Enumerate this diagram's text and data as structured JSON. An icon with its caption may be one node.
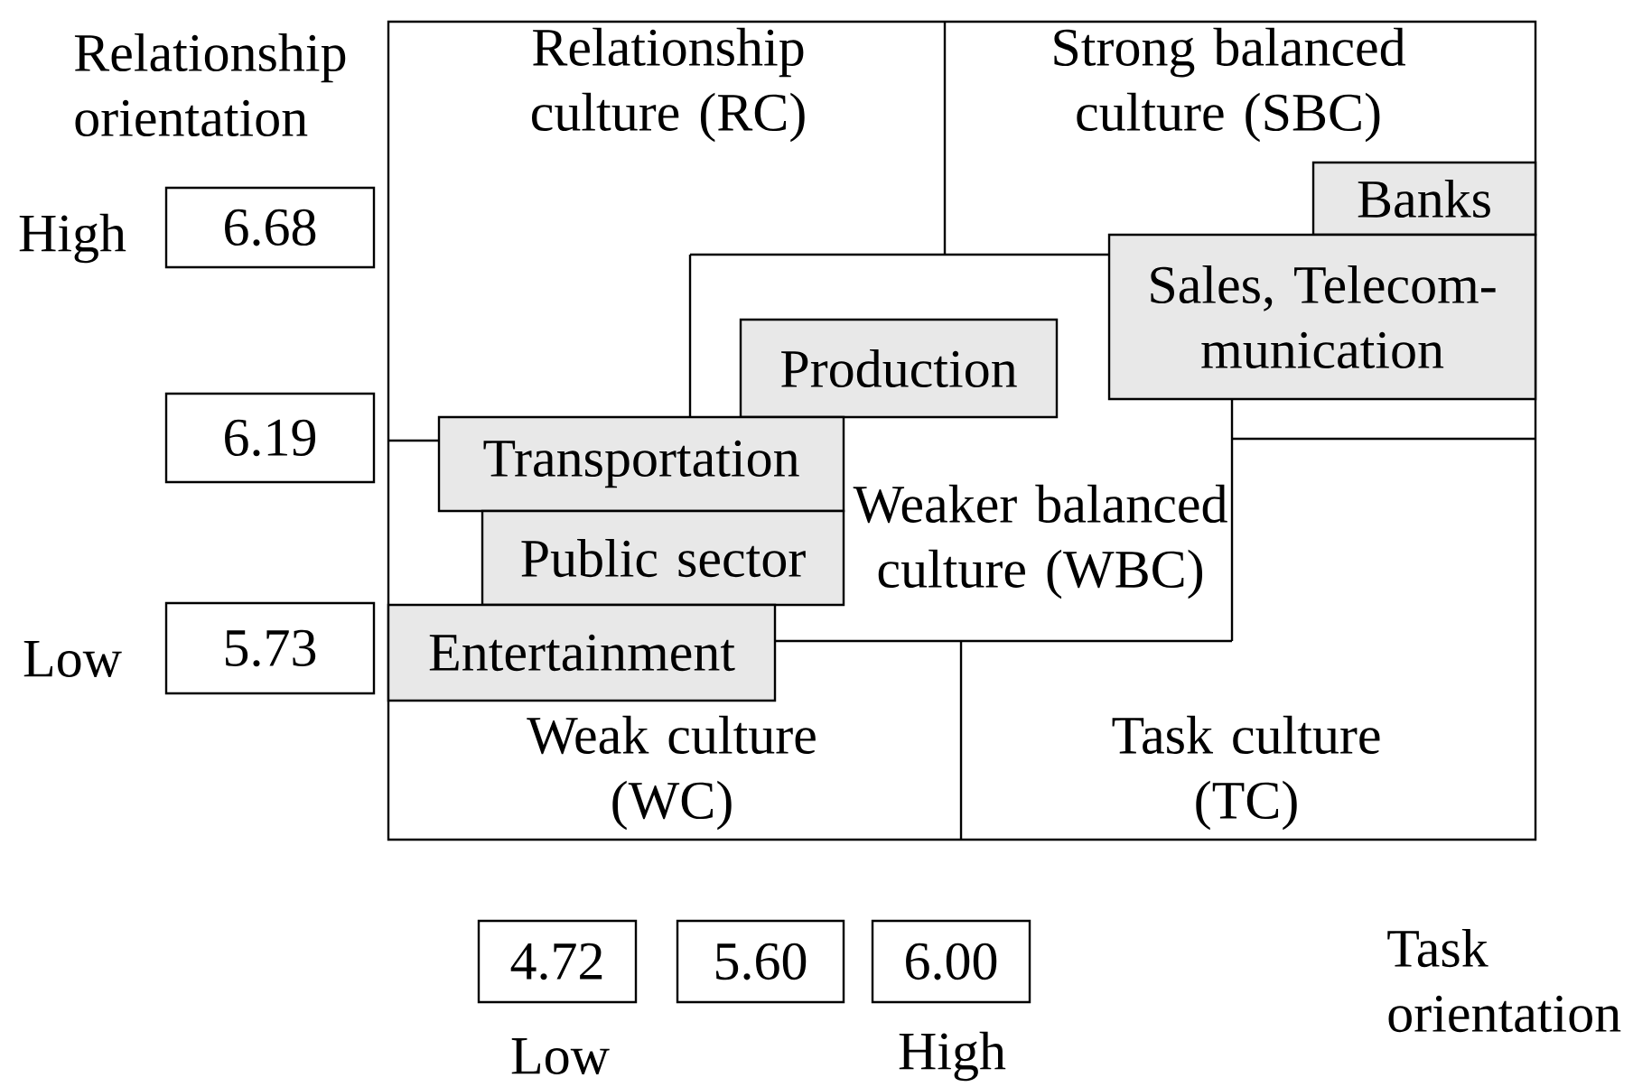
{
  "diagram": {
    "nodes": [
      {
        "text": [
          "6.68"
        ]
      },
      {
        "text": [
          "6.19"
        ]
      },
      {
        "text": [
          "5.73"
        ]
      },
      {
        "text": [
          "4.72"
        ]
      },
      {
        "text": [
          "5.60"
        ]
      },
      {
        "text": [
          "6.00"
        ]
      },
      {
        "text": [
          "Banks"
        ]
      },
      {
        "text": [
          "Sales, Telecom- munication"
        ]
      },
      {
        "text": [
          "Production"
        ]
      },
      {
        "text": [
          "Transportation"
        ]
      },
      {
        "text": [
          "Public sector"
        ]
      },
      {
        "text": [
          "Entertainment"
        ]
      }
    ],
    "labels": [
      "Relationship orientation",
      "Relationship culture (RC)",
      "Strong balanced culture (SBC)",
      "High",
      "Weaker balanced culture (WBC)",
      "Low",
      "Weak culture (WC)",
      "Task culture (TC)",
      "Task orientation",
      "Low",
      "High"
    ]
  }
}
